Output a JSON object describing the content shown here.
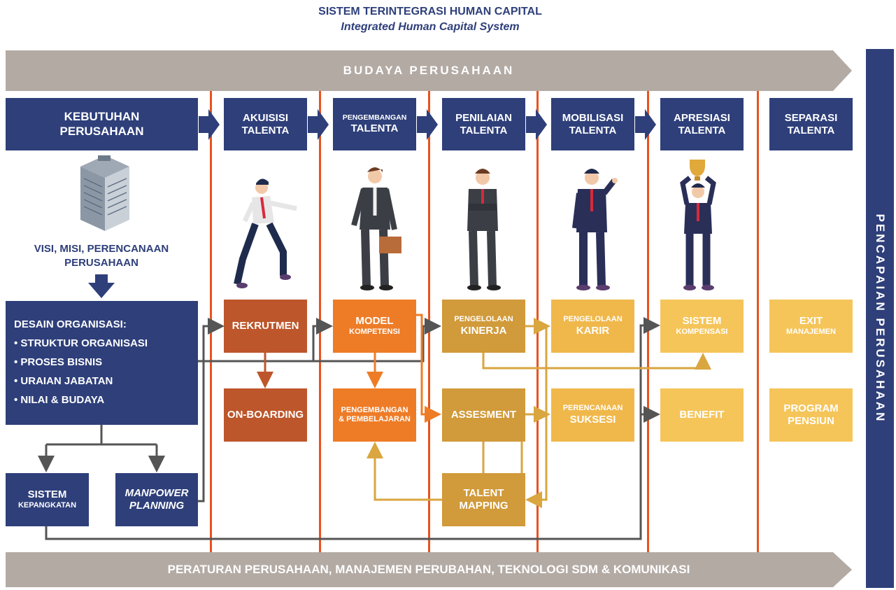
{
  "title": {
    "main": "SISTEM TERINTEGRASI HUMAN CAPITAL",
    "sub": "Integrated Human Capital System"
  },
  "band_top": "BUDAYA PERUSAHAAN",
  "band_bottom": "PERATURAN PERUSAHAAN, MANAJEMEN PERUBAHAN, TEKNOLOGI SDM & KOMUNIKASI",
  "side_label": "PENCAPAIAN PERUSAHAAN",
  "headers": {
    "kebutuhan": [
      "KEBUTUHAN",
      "PERUSAHAAN"
    ],
    "akuisisi": [
      "AKUISISI",
      "TALENTA"
    ],
    "pengembangan": [
      "PENGEMBANGAN",
      "TALENTA"
    ],
    "penilaian": [
      "PENILAIAN",
      "TALENTA"
    ],
    "mobilisasi": [
      "MOBILISASI",
      "TALENTA"
    ],
    "apresiasi": [
      "APRESIASI",
      "TALENTA"
    ],
    "separasi": [
      "SEPARASI",
      "TALENTA"
    ]
  },
  "visi": [
    "VISI, MISI, PERENCANAAN",
    "PERUSAHAAN"
  ],
  "desain": {
    "title": "DESAIN ORGANISASI:",
    "items": [
      "• STRUKTUR ORGANISASI",
      "• PROSES BISNIS",
      "• URAIAN JABATAN",
      "• NILAI & BUDAYA"
    ]
  },
  "sistem_kepangkatan": [
    "SISTEM",
    "KEPANGKATAN"
  ],
  "manpower": [
    "MANPOWER",
    "PLANNING"
  ],
  "boxes": {
    "rekrutmen": "REKRUTMEN",
    "onboarding": "ON-BOARDING",
    "model": [
      "MODEL",
      "KOMPETENSI"
    ],
    "pengembangan": [
      "PENGEMBANGAN",
      "& PEMBELAJARAN"
    ],
    "kinerja": [
      "PENGELOLAAN",
      "KINERJA"
    ],
    "assesment": "ASSESMENT",
    "talent": [
      "TALENT",
      "MAPPING"
    ],
    "karir": [
      "PENGELOLAAN",
      "KARIR"
    ],
    "suksesi": [
      "PERENCANAAN",
      "SUKSESI"
    ],
    "kompensasi": [
      "SISTEM",
      "KOMPENSASI"
    ],
    "benefit": "BENEFIT",
    "exit": [
      "EXIT",
      "MANAJEMEN"
    ],
    "pensiun": [
      "PROGRAM",
      "PENSIUN"
    ]
  },
  "colors": {
    "navy": "#2e3f7a",
    "taupe": "#b3aaa4",
    "red_line": "#e8531f",
    "rust": "#bd562b",
    "orange": "#ee7c27",
    "ochre": "#d19a3a",
    "amber": "#f0b84b",
    "yellow": "#f5c55a",
    "arrow_gray": "#555555"
  }
}
